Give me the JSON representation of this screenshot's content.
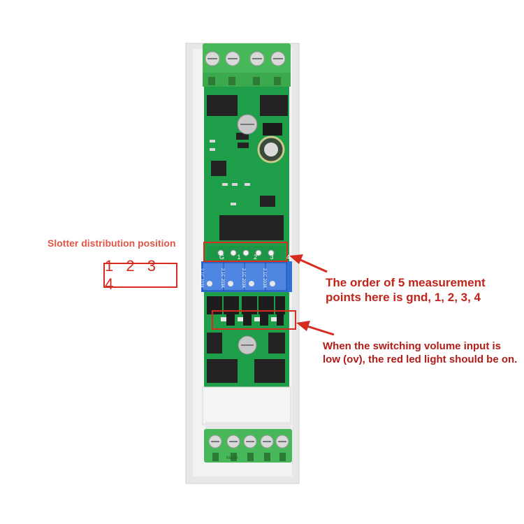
{
  "slot_label": "Slotter distribution position",
  "slot_numbers": "1 2 3 4",
  "callout_measure": "The order of 5 measurement points here is gnd, 1, 2, 3, 4",
  "callout_led": "When the switching volume input is low (ov), the red led light should be on.",
  "pcb": {
    "pads_label": "G 1 2 3 4",
    "pot_marks": [
      "2.1C 203K",
      "2.1C 203K",
      "2.1C 203K",
      "2.1C 203K"
    ],
    "terminal_text": "Mouth"
  },
  "colors": {
    "annotation_red": "#d62b1f",
    "board_green": "#1f9e4a",
    "terminal_green": "#4cc15a",
    "pot_blue": "#2f6fd6"
  }
}
